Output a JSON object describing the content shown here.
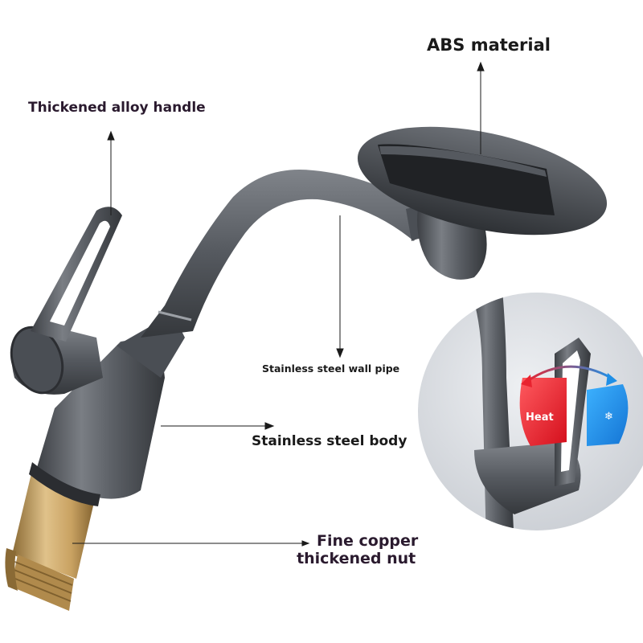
{
  "labels": {
    "abs": "ABS material",
    "handle": "Thickened alloy handle",
    "pipe": "Stainless steel wall pipe",
    "body": "Stainless steel body",
    "nut_line1": "Fine copper",
    "nut_line2": "thickened nut"
  },
  "inset": {
    "heat_label": "Heat",
    "cold_icon": "snowflake-icon"
  },
  "colors": {
    "hot": "#e8232f",
    "cold": "#1f8fe6",
    "metal": "#55595f",
    "brass": "#c9a262"
  }
}
